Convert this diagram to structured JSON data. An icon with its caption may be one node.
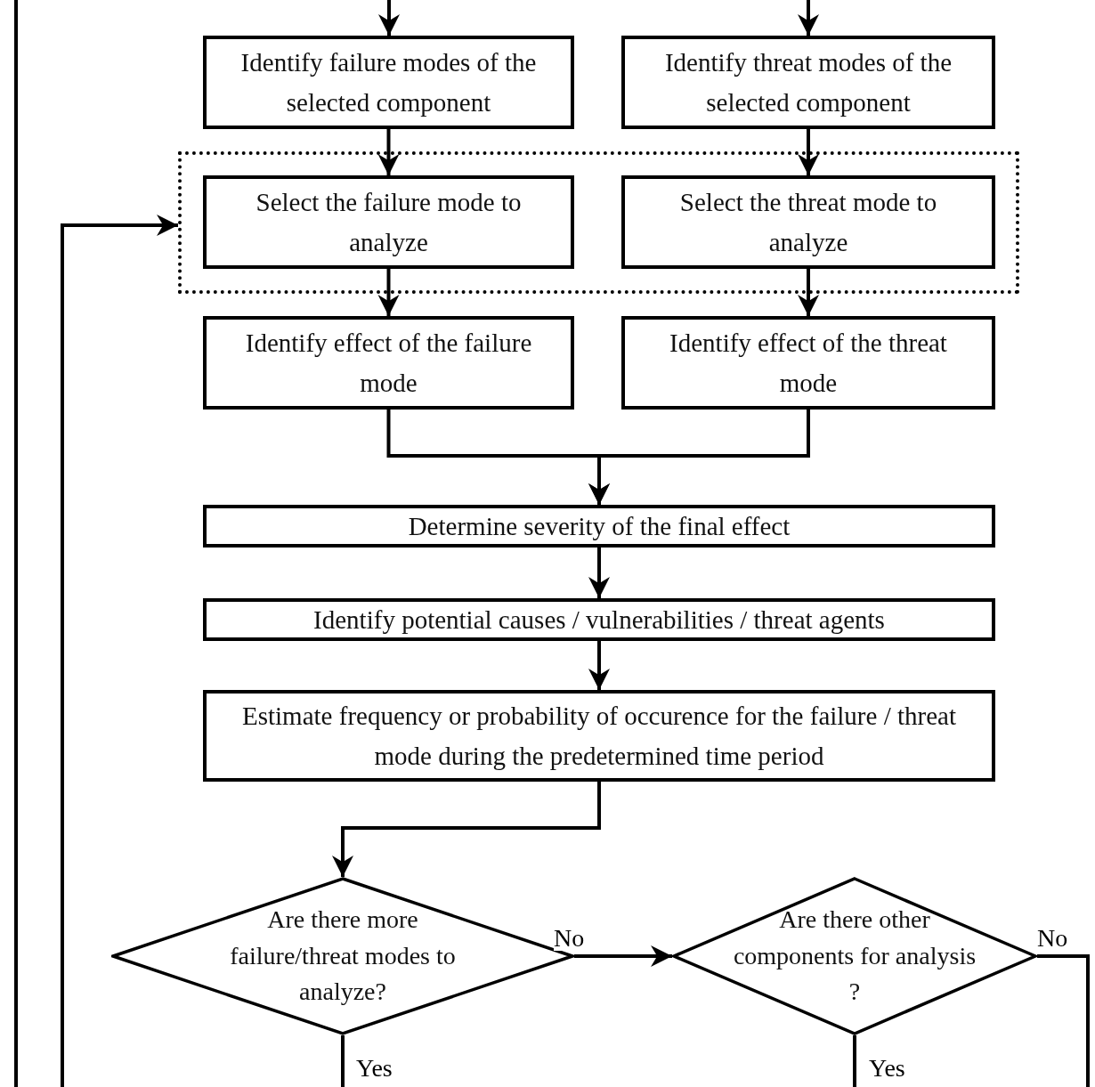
{
  "diagram": {
    "nodes": [
      {
        "text": [
          "Identify failure modes of the selected component"
        ]
      },
      {
        "text": [
          "Identify threat modes of the selected component"
        ]
      },
      {
        "text": [],
        "shape": "box"
      },
      {
        "text": [
          "Select the failure mode to analyze"
        ],
        "in": 2
      },
      {
        "text": [
          "Select the threat mode to analyze"
        ],
        "in": 2
      },
      {
        "text": [
          "Identify effect of the failure mode"
        ]
      },
      {
        "text": [
          "Identify effect of the threat mode"
        ]
      },
      {
        "text": [
          "Determine severity of the final effect"
        ]
      },
      {
        "text": [
          "Identify potential causes / vulnerabilities / threat agents"
        ]
      },
      {
        "text": [
          "Estimate frequency or probability of occurence for the failure / threat mode during the predetermined time period"
        ]
      },
      {
        "text": [
          "Are there more failure/threat modes to analyze?"
        ]
      },
      {
        "text": [
          "Are there other components for analysis ?"
        ]
      }
    ],
    "edges": [
      {
        "from": null,
        "to": 0,
        "arrow": "to"
      },
      {
        "from": null,
        "to": 1,
        "arrow": "to"
      },
      {
        "from": 0,
        "to": 3,
        "arrow": "to"
      },
      {
        "from": 1,
        "to": 4,
        "arrow": "to"
      },
      {
        "from": 3,
        "to": 5,
        "arrow": "to"
      },
      {
        "from": 4,
        "to": 6,
        "arrow": "to"
      },
      {
        "from": 5,
        "to": 7,
        "arrow": "to"
      },
      {
        "from": 6,
        "to": 7,
        "arrow": "to"
      },
      {
        "from": 7,
        "to": 8,
        "arrow": "to"
      },
      {
        "from": 8,
        "to": 9,
        "arrow": "to"
      },
      {
        "from": 9,
        "to": 10,
        "arrow": "to"
      },
      {
        "from": 10,
        "to": 11,
        "arrow": "to",
        "label": "No"
      },
      {
        "from": 11,
        "to": null,
        "arrow": "none",
        "label": "No"
      },
      {
        "from": 10,
        "to": null,
        "arrow": "none",
        "label": "Yes"
      },
      {
        "from": 11,
        "to": null,
        "arrow": "none",
        "label": "Yes"
      },
      {
        "from": null,
        "to": 2,
        "arrow": "to"
      }
    ]
  }
}
